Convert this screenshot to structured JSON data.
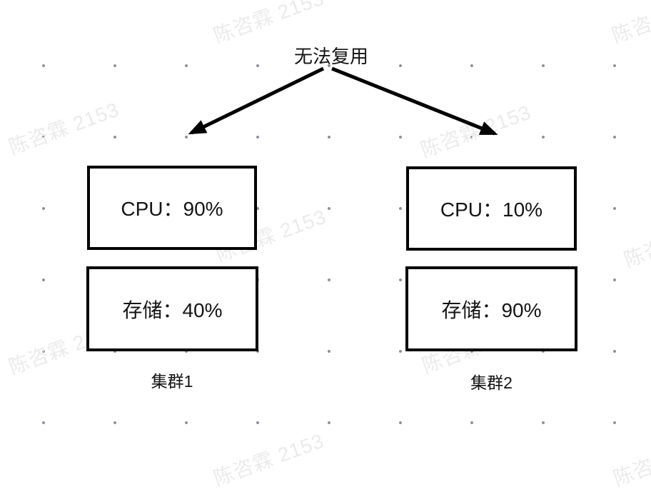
{
  "title": "无法复用",
  "watermark": {
    "text": "陈咨霖 2153"
  },
  "clusters": [
    {
      "name": "集群1",
      "metrics": [
        {
          "label": "CPU",
          "value": "90%",
          "text": "CPU：90%"
        },
        {
          "label": "存储",
          "value": "40%",
          "text": "存储：40%"
        }
      ]
    },
    {
      "name": "集群2",
      "metrics": [
        {
          "label": "CPU",
          "value": "10%",
          "text": "CPU：10%"
        },
        {
          "label": "存储",
          "value": "90%",
          "text": "存储：90%"
        }
      ]
    }
  ],
  "colors": {
    "ink": "#141414",
    "line": "#000000",
    "dot": "#8b919b",
    "watermark": "#ebebeb",
    "background": "#ffffff"
  }
}
